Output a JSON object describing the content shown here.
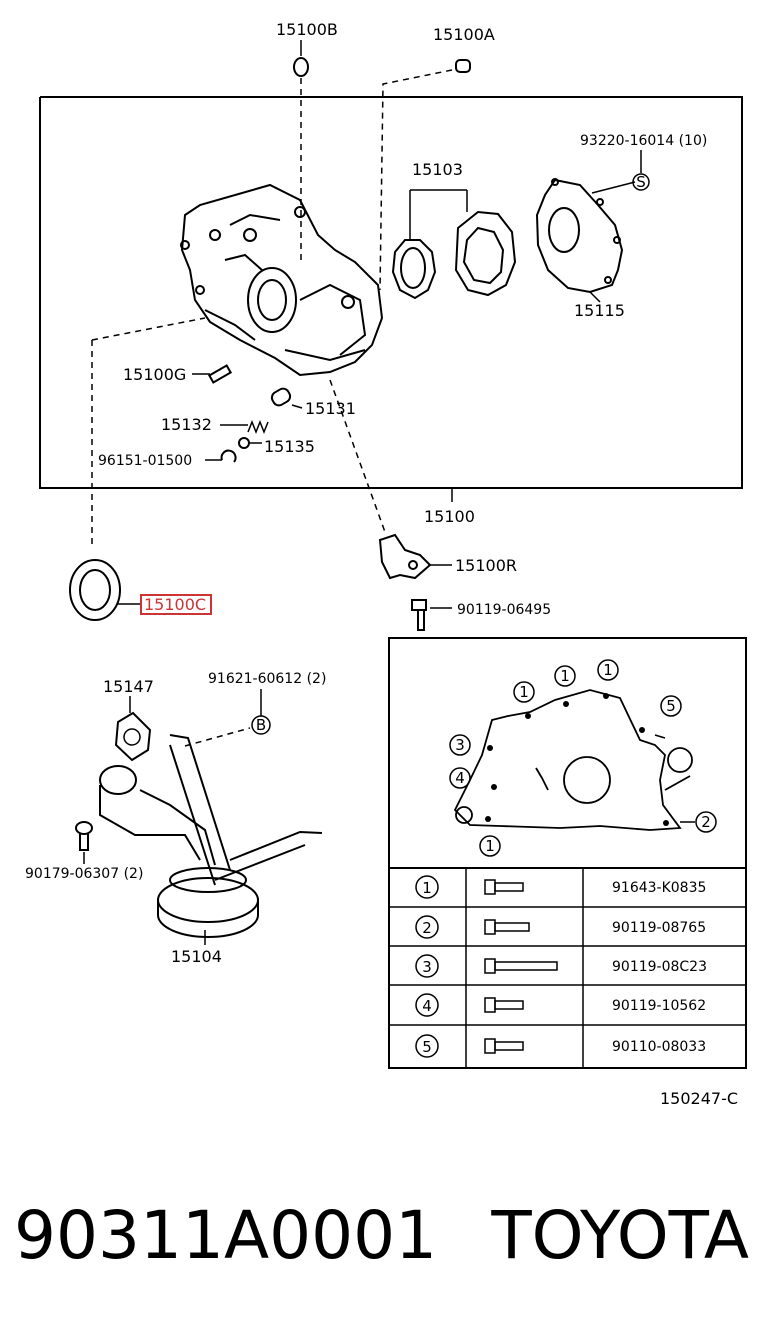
{
  "labels": {
    "p15100B": "15100B",
    "p15100A": "15100A",
    "p93220": "93220-16014 (10)",
    "p15103": "15103",
    "p15115": "15115",
    "p15100G": "15100G",
    "p15132": "15132",
    "p15131": "15131",
    "p96151": "96151-01500",
    "p15135": "15135",
    "p15100": "15100",
    "p15100R": "15100R",
    "p15100C": "15100C",
    "p90119_06495": "90119-06495",
    "p15147": "15147",
    "p91621": "91621-60612 (2)",
    "p90179": "90179-06307 (2)",
    "p15104": "15104",
    "diagram_code": "150247-C"
  },
  "markers": {
    "S": "S",
    "B": "B",
    "c1": "1",
    "c2": "2",
    "c3": "3",
    "c4": "4",
    "c5": "5"
  },
  "bolt_table": [
    {
      "key": "1",
      "part": "91643-K0835"
    },
    {
      "key": "2",
      "part": "90119-08765"
    },
    {
      "key": "3",
      "part": "90119-08C23"
    },
    {
      "key": "4",
      "part": "90119-10562"
    },
    {
      "key": "5",
      "part": "90110-08033"
    }
  ],
  "footer": {
    "part_number": "90311A0001",
    "brand": "TOYOTA"
  },
  "colors": {
    "highlight": "#cc3333",
    "line": "#000000"
  }
}
